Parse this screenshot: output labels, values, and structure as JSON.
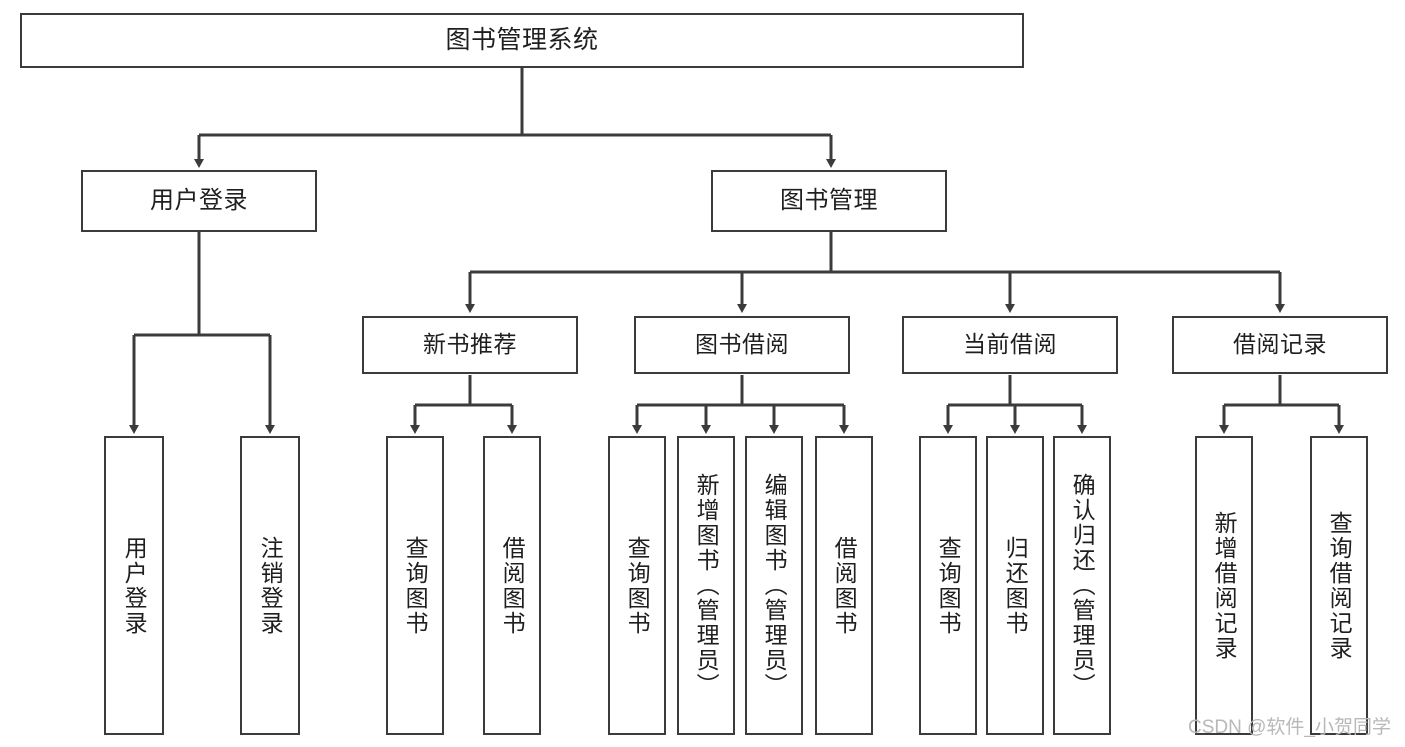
{
  "diagram": {
    "title": "图书管理系统",
    "type": "tree-hierarchy",
    "root": {
      "id": "root",
      "label": "图书管理系统"
    },
    "level1": [
      {
        "id": "user-login",
        "label": "用户登录"
      },
      {
        "id": "book-manage",
        "label": "图书管理"
      }
    ],
    "level2": [
      {
        "id": "new-book-recommend",
        "label": "新书推荐",
        "parent": "book-manage"
      },
      {
        "id": "book-borrow",
        "label": "图书借阅",
        "parent": "book-manage"
      },
      {
        "id": "current-borrow",
        "label": "当前借阅",
        "parent": "book-manage"
      },
      {
        "id": "borrow-record",
        "label": "借阅记录",
        "parent": "book-manage"
      }
    ],
    "leaves": [
      {
        "id": "leaf-user-login",
        "label": "用户登录",
        "parent": "user-login"
      },
      {
        "id": "leaf-user-logout",
        "label": "注销登录",
        "parent": "user-login"
      },
      {
        "id": "leaf-query-book-1",
        "label": "查询图书",
        "parent": "new-book-recommend"
      },
      {
        "id": "leaf-borrow-book-1",
        "label": "借阅图书",
        "parent": "new-book-recommend"
      },
      {
        "id": "leaf-query-book-2",
        "label": "查询图书",
        "parent": "book-borrow"
      },
      {
        "id": "leaf-add-book",
        "label": "新增图书（管理员）",
        "parent": "book-borrow"
      },
      {
        "id": "leaf-edit-book",
        "label": "编辑图书（管理员）",
        "parent": "book-borrow"
      },
      {
        "id": "leaf-borrow-book-2",
        "label": "借阅图书",
        "parent": "book-borrow"
      },
      {
        "id": "leaf-query-book-3",
        "label": "查询图书",
        "parent": "current-borrow"
      },
      {
        "id": "leaf-return-book",
        "label": "归还图书",
        "parent": "current-borrow"
      },
      {
        "id": "leaf-confirm-return",
        "label": "确认归还（管理员）",
        "parent": "current-borrow"
      },
      {
        "id": "leaf-add-record",
        "label": "新增借阅记录",
        "parent": "borrow-record"
      },
      {
        "id": "leaf-query-record",
        "label": "查询借阅记录",
        "parent": "borrow-record"
      }
    ]
  },
  "watermark": {
    "text": "CSDN @软件_小贺同学"
  },
  "colors": {
    "stroke": "#3b3b3b",
    "text": "#1f1f1f",
    "background": "#ffffff",
    "watermark": "#b8b8b8"
  }
}
